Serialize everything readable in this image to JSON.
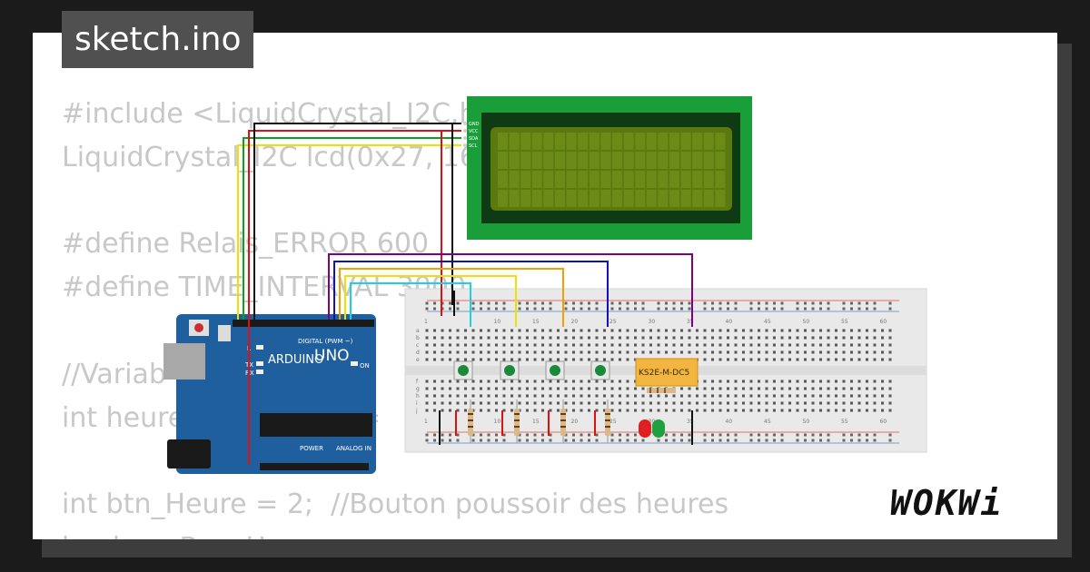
{
  "file_tab": "sketch.ino",
  "code_lines": [
    "#include <LiquidCrystal_I2C.h>",
    "LiquidCrystal_I2C lcd(0x27, 16",
    "",
    "#define Relais_ERROR 600",
    "#define TIME_INTERVAL 3000",
    "",
    "//Variab                    L",
    "int heure                    =",
    "",
    "int btn_Heure = 2;  //Bouton poussoir des heures",
    "boolean Bon_Heu"
  ],
  "lcd": {
    "pins": [
      "GND",
      "VCC",
      "SDA",
      "SCL"
    ]
  },
  "arduino": {
    "model": "UNO",
    "brand": "ARDUINO",
    "digital_label": "DIGITAL (PWM ~)",
    "power_label": "POWER",
    "analog_label": "ANALOG IN",
    "on_label": "ON",
    "tx_label": "TX",
    "rx_label": "RX",
    "l_label": "L"
  },
  "breadboard": {
    "col_labels": [
      "1",
      "10",
      "15",
      "20",
      "25",
      "30",
      "35",
      "40",
      "45",
      "50",
      "55",
      "60"
    ],
    "row_labels_top": [
      "a",
      "b",
      "c",
      "d",
      "e"
    ],
    "row_labels_bottom": [
      "f",
      "g",
      "h",
      "i",
      "j"
    ]
  },
  "relay": {
    "label": "KS2E-M-DC5"
  },
  "logo": "WOKWi",
  "colors": {
    "board": "#1f5f9e",
    "lcd_frame": "#1a9e3a",
    "lcd_screen": "#5a7a10",
    "led_red": "#e02020",
    "led_green": "#20a040"
  }
}
